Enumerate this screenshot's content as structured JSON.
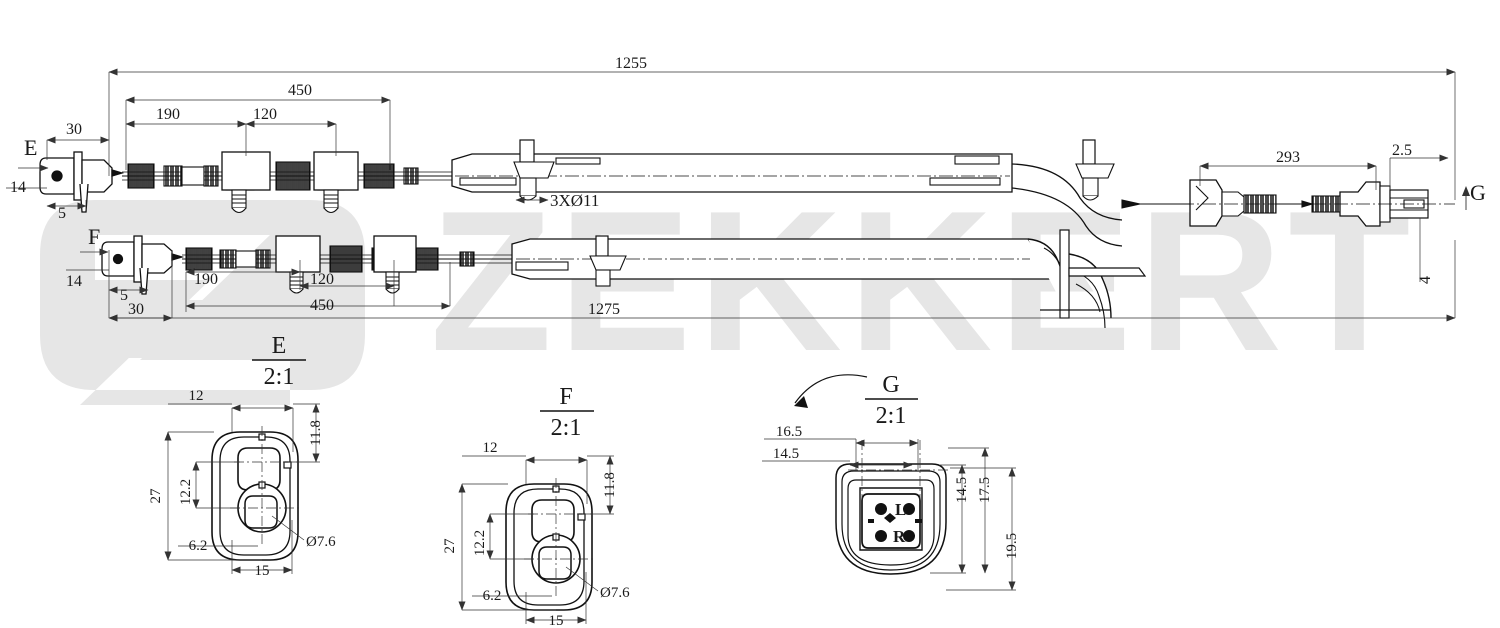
{
  "drawing": {
    "type": "technical-engineering-drawing",
    "subject": "ABS wheel speed sensor cable assembly",
    "watermark": "ZEKKERT"
  },
  "main_view_top": {
    "view_marker": "E",
    "dimensions": {
      "overall": "1255",
      "segment_450": "450",
      "segment_190": "190",
      "segment_120": "120",
      "head_30": "30",
      "head_5": "5",
      "head_14": "14",
      "hole_note": "3XØ11",
      "connector_293": "293",
      "connector_2_5": "2.5"
    },
    "end_marker": "G"
  },
  "main_view_bottom": {
    "view_marker": "F",
    "dimensions": {
      "overall": "1275",
      "segment_450": "450",
      "segment_190": "190",
      "segment_120": "120",
      "head_30": "30",
      "head_5": "5",
      "head_14": "14",
      "right_4": "4"
    }
  },
  "detail_E": {
    "title": "E",
    "scale": "2:1",
    "dims": {
      "w12": "12",
      "h11_8": "11.8",
      "h27": "27",
      "h12_2": "12.2",
      "w6_2": "6.2",
      "w15": "15",
      "dia": "Ø7.6"
    }
  },
  "detail_F": {
    "title": "F",
    "scale": "2:1",
    "dims": {
      "w12": "12",
      "h11_8": "11.8",
      "h27": "27",
      "h12_2": "12.2",
      "w6_2": "6.2",
      "w15": "15",
      "dia": "Ø7.6"
    }
  },
  "detail_G": {
    "title": "G",
    "scale": "2:1",
    "dims": {
      "w16_5": "16.5",
      "w14_5": "14.5",
      "h14_5": "14.5",
      "h17_5": "17.5",
      "h19_5": "19.5"
    },
    "pin_labels": [
      "L",
      "R"
    ]
  },
  "colors": {
    "line": "#111111",
    "dim_line": "#333333",
    "watermark": "#e3e3e3",
    "background": "#ffffff"
  }
}
